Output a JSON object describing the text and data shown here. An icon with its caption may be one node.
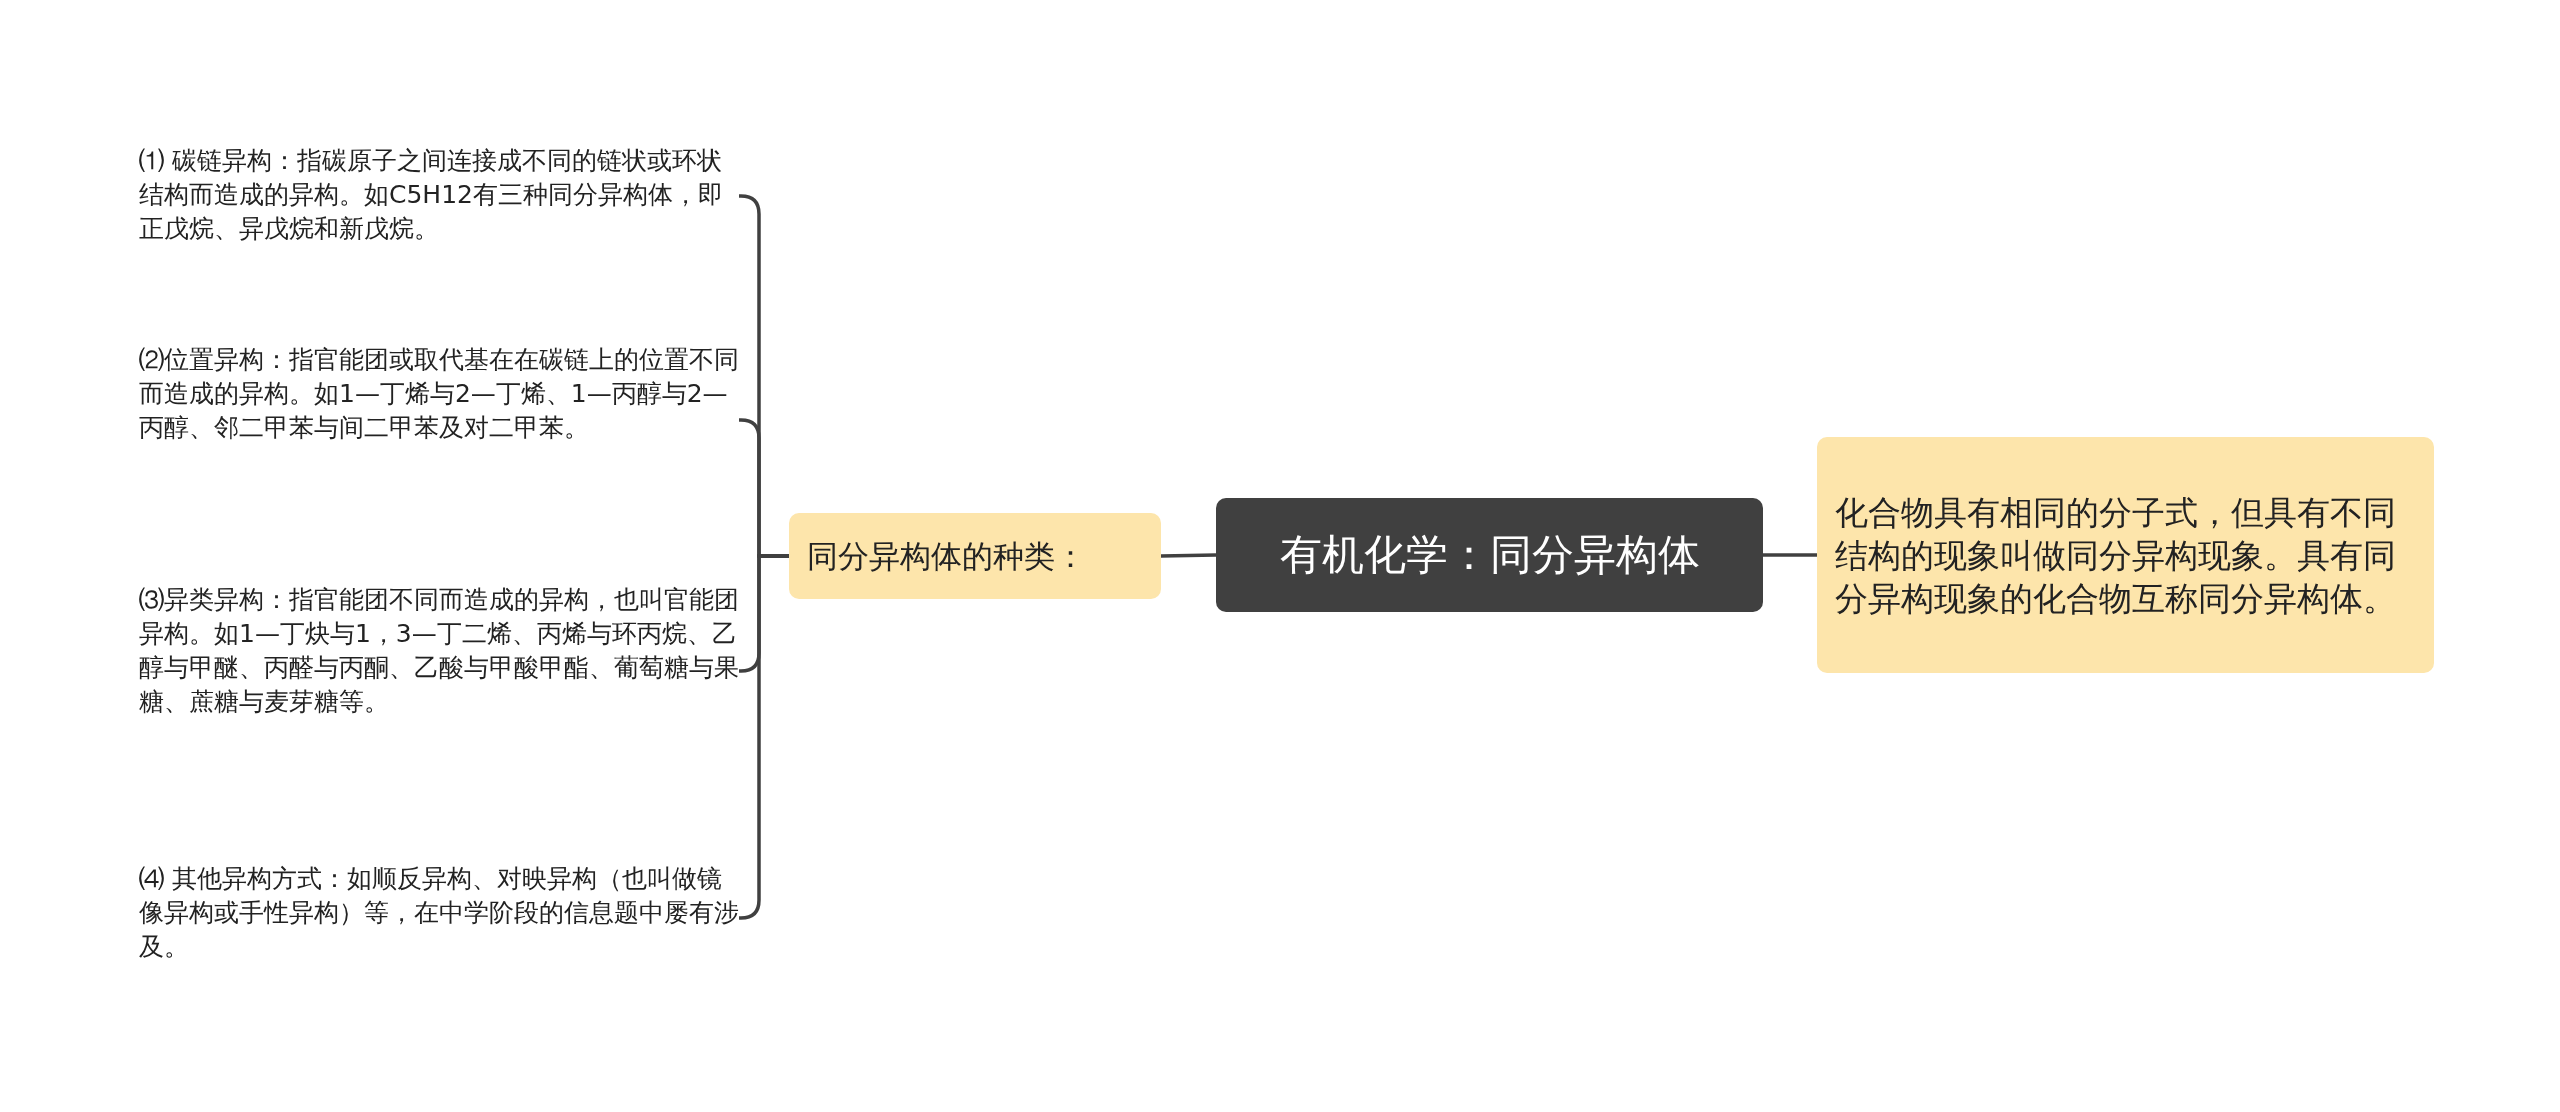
{
  "diagram": {
    "nodes": [
      {
        "text": [
          "有机化学：同分异构体"
        ]
      },
      {
        "text": [
          "同分异构体的种类："
        ]
      },
      {
        "text": [
          "⑴ 碳链异构：指碳原子之间连接成不同的链状或环状结构而造成的异构。如C5H12有三种同分异构体，即正戊烷、异戊烷和新戊烷。"
        ]
      },
      {
        "text": [
          "⑵位置异构：指官能团或取代基在在碳链上的位置不同而造成的异构。如1—丁烯与2—丁烯、1—丙醇与2—丙醇、邻二甲苯与间二甲苯及对二甲苯。"
        ]
      },
      {
        "text": [
          "⑶异类异构：指官能团不同而造成的异构，也叫官能团异构。如1—丁炔与1，3—丁二烯、丙烯与环丙烷、乙醇与甲醚、丙醛与丙酮、乙酸与甲酸甲酯、葡萄糖与果糖、蔗糖与麦芽糖等。"
        ]
      },
      {
        "text": [
          "⑷ 其他异构方式：如顺反异构、对映异构（也叫做镜像异构或手性异构）等，在中学阶段的信息题中屡有涉及。"
        ]
      },
      {
        "text": [
          "化合物具有相同的分子式，但具有不同结构的现象叫做同分异构现象。具有同分异构现象的化合物互称同分异构体。"
        ]
      }
    ],
    "edges": [
      {
        "from": 0,
        "to": 1,
        "arrow": "none"
      },
      {
        "from": 1,
        "to": 2,
        "arrow": "none"
      },
      {
        "from": 1,
        "to": 3,
        "arrow": "none"
      },
      {
        "from": 1,
        "to": 4,
        "arrow": "none"
      },
      {
        "from": 1,
        "to": 5,
        "arrow": "none"
      },
      {
        "from": 0,
        "to": 6,
        "arrow": "none"
      }
    ]
  }
}
